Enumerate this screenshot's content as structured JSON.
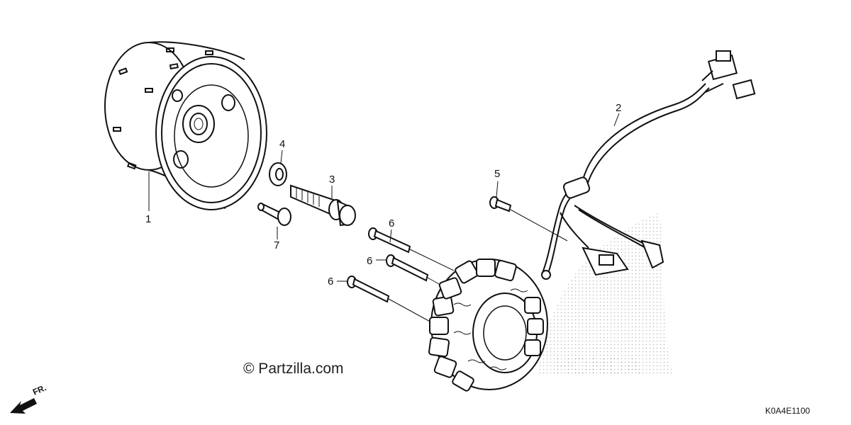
{
  "callouts": {
    "p1": "1",
    "p2": "2",
    "p3": "3",
    "p4": "4",
    "p5": "5",
    "p6a": "6",
    "p6b": "6",
    "p6c": "6",
    "p7": "7"
  },
  "watermark": "© Partzilla.com",
  "diagram_code": "K0A4E1100",
  "direction_label": "FR.",
  "colors": {
    "line": "#111111",
    "background": "#ffffff",
    "stipple": "#9a9a9a"
  }
}
